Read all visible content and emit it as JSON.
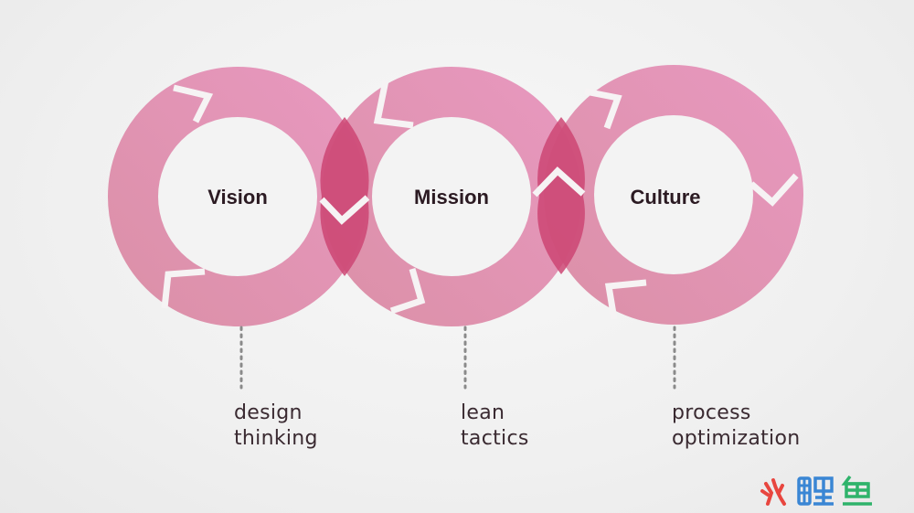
{
  "rings": [
    {
      "id": "vision",
      "title": "Vision",
      "caption_lines": [
        "design",
        "thinking"
      ]
    },
    {
      "id": "mission",
      "title": "Mission",
      "caption_lines": [
        "lean",
        "tactics"
      ]
    },
    {
      "id": "culture",
      "title": "Culture",
      "caption_lines": [
        "process",
        "optimization"
      ]
    }
  ],
  "colors": {
    "ring_fill": "#e07fa6",
    "ring_overlap": "#cc4573",
    "ring_inner": "#f3f3f3",
    "notch": "#f6f3f4",
    "dots": "#8a8a8a",
    "title_text": "#2b1a22",
    "caption_text": "#3a2a31"
  },
  "watermark": {
    "logo_icon": "fire-logo-icon",
    "text": "火鲤鱼"
  }
}
